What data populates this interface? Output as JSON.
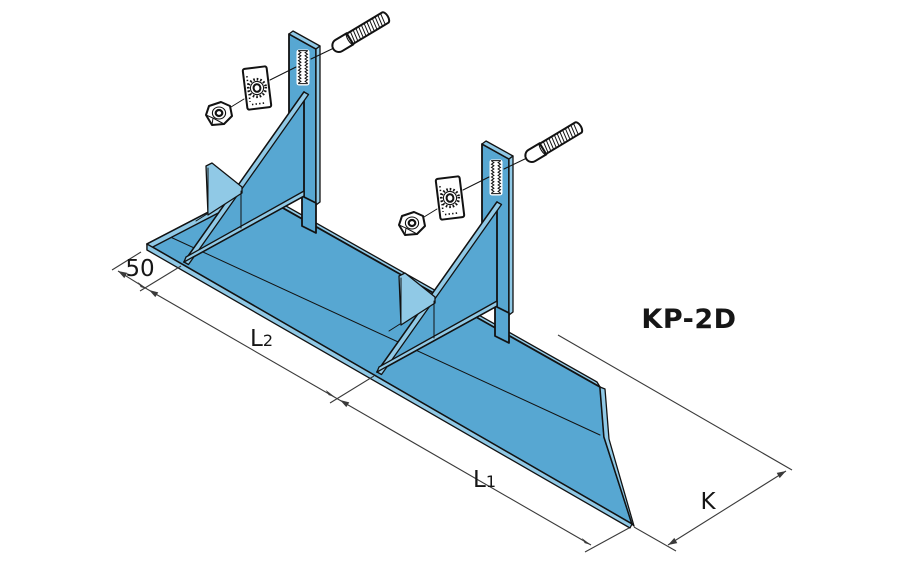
{
  "diagram": {
    "product_code": "KP-2D",
    "dimension_labels": {
      "end_offset": "50",
      "left_span": {
        "base": "L",
        "sub": "2"
      },
      "right_span": {
        "base": "L",
        "sub": "1"
      },
      "depth": "K"
    },
    "colors": {
      "part_mid": "#57a7d2",
      "part_light": "#90c9e6",
      "outline": "#121212",
      "dimension": "#3a3a3a",
      "text_color": "#161616",
      "background": "#ffffff"
    }
  }
}
